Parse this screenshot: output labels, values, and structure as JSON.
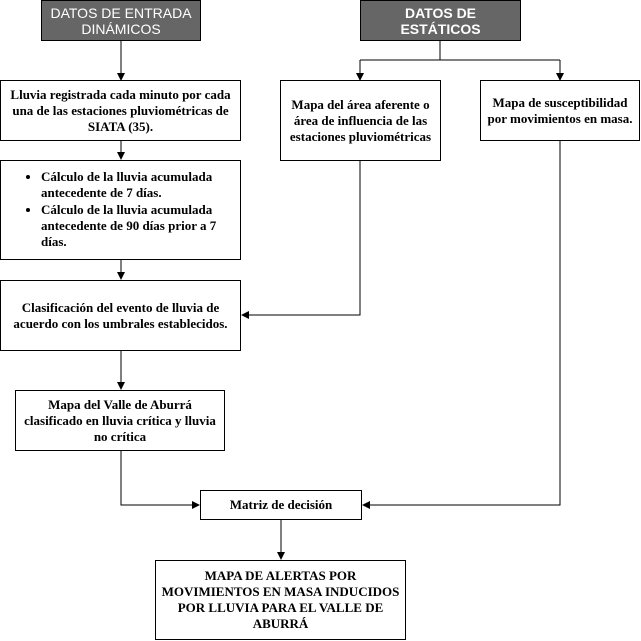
{
  "title_dynamic": "DATOS DE ENTRADA DINÁMICOS",
  "title_static": "DATOS DE ESTÁTICOS",
  "rain_record": "Lluvia registrada cada minuto por cada una de las estaciones pluviométricas de SIATA (35).",
  "accumulated": [
    "Cálculo de la lluvia acumulada antecedente de 7 días.",
    "Cálculo de la lluvia acumulada antecedente de 90 días prior a 7 días."
  ],
  "classification": "Clasificación del evento de lluvia de acuerdo con los umbrales establecidos.",
  "valley_map": "Mapa del Valle de Aburrá clasificado en lluvia crítica y lluvia no crítica",
  "area_map": "Mapa del área aferente o área de influencia de las estaciones pluviométricas",
  "susceptibility_map": "Mapa de susceptibilidad por movimientos en masa.",
  "decision_matrix": "Matriz de decisión",
  "alert_map": "MAPA DE ALERTAS POR MOVIMIENTOS EN MASA INDUCIDOS POR LLUVIA PARA EL VALLE DE ABURRÁ",
  "colors": {
    "header_fill": "#666666",
    "header_text": "#ffffff",
    "line": "#000000"
  }
}
